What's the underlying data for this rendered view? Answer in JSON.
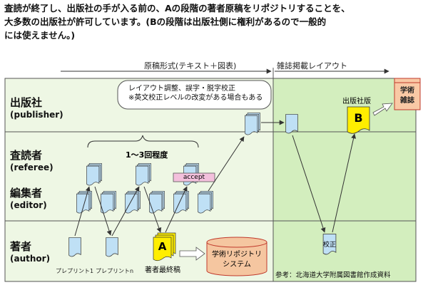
{
  "intro": {
    "line1": "査読が終了し、出版社の手が入る前の、Aの段階の著者原稿をリポジトリすることを、",
    "line2": "大多数の出版社が許可しています。(Bの段階は出版社側に権利があるので一般的",
    "line3": "には使えません。)"
  },
  "phases": {
    "manuscript": "原稿形式(テキスト＋図表)",
    "journal_layout": "雑誌掲載レイアウト"
  },
  "lanes": {
    "publisher": {
      "label": "出版社",
      "sub": "(publisher)"
    },
    "referee": {
      "label": "査読者",
      "sub": "(referee)"
    },
    "editor": {
      "label": "編集者",
      "sub": "(editor)"
    },
    "author": {
      "label": "著者",
      "sub": "(author)"
    }
  },
  "callout": {
    "line1": "レイアウト調整、誤字・脱字校正",
    "line2": "※英文校正レベルの改変がある場合もある"
  },
  "review_rounds": "1～3回程度",
  "accept_label": "accept",
  "publisher_version": {
    "caption": "出版社版",
    "letter": "B"
  },
  "journal": {
    "label": "学術\n雑誌"
  },
  "author_final": {
    "letter": "A",
    "caption": "著者最終稿"
  },
  "repository": {
    "label": "学術リポジトリ\nシステム"
  },
  "preprint1": "プレプリント1",
  "preprintn": "プレプリントn",
  "proof": "校正",
  "source": "参考：北海道大学附属図書館作成資料",
  "colors": {
    "lane_fill": "#eef7e4",
    "right_panel": "#d3eebe",
    "doc_blue": "#bfe0f5",
    "doc_yellow": "#ffee00",
    "repository": "#f5c6a0",
    "journal": "#f9c9a5",
    "accept": "#f3c0dc"
  }
}
